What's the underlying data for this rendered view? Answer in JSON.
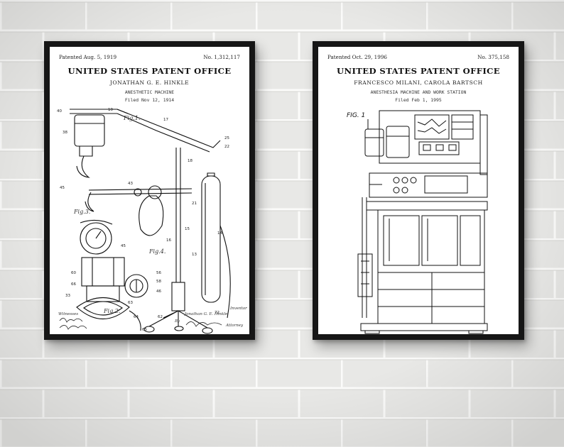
{
  "colors": {
    "wall": "#e9e9e7",
    "brick_line": "#ffffff",
    "frame": "#161616",
    "paper": "#ffffff",
    "ink": "#111111"
  },
  "posters": [
    {
      "patented": "Patented Aug. 5, 1919",
      "number": "No. 1,312,117",
      "office": "UNITED STATES PATENT OFFICE",
      "inventor": "JONATHAN G. E. HINKLE",
      "subject": "ANESTHETIC MACHINE",
      "filed": "Filed Nov 12, 1914",
      "inventor_sig_label": "Jonathan G. E. Hinkle",
      "inventor_caption": "Inventor",
      "witnesses_caption": "Witnesses",
      "by_label": "By",
      "attorney_caption": "Attorney",
      "figure_labels": [
        "Fig.1.",
        "Fig.3.",
        "Fig.4.",
        "Fig.2."
      ]
    },
    {
      "patented": "Patented Oct. 29, 1996",
      "number": "No. 375,158",
      "office": "UNITED STATES PATENT OFFICE",
      "inventor": "FRANCESCO MILANI, CAROLA BARTSCH",
      "subject": "ANESTHESIA MACHINE AND WORK STATION",
      "filed": "Filed Feb 1, 1995",
      "figure_labels": [
        "FIG. 1"
      ]
    }
  ]
}
